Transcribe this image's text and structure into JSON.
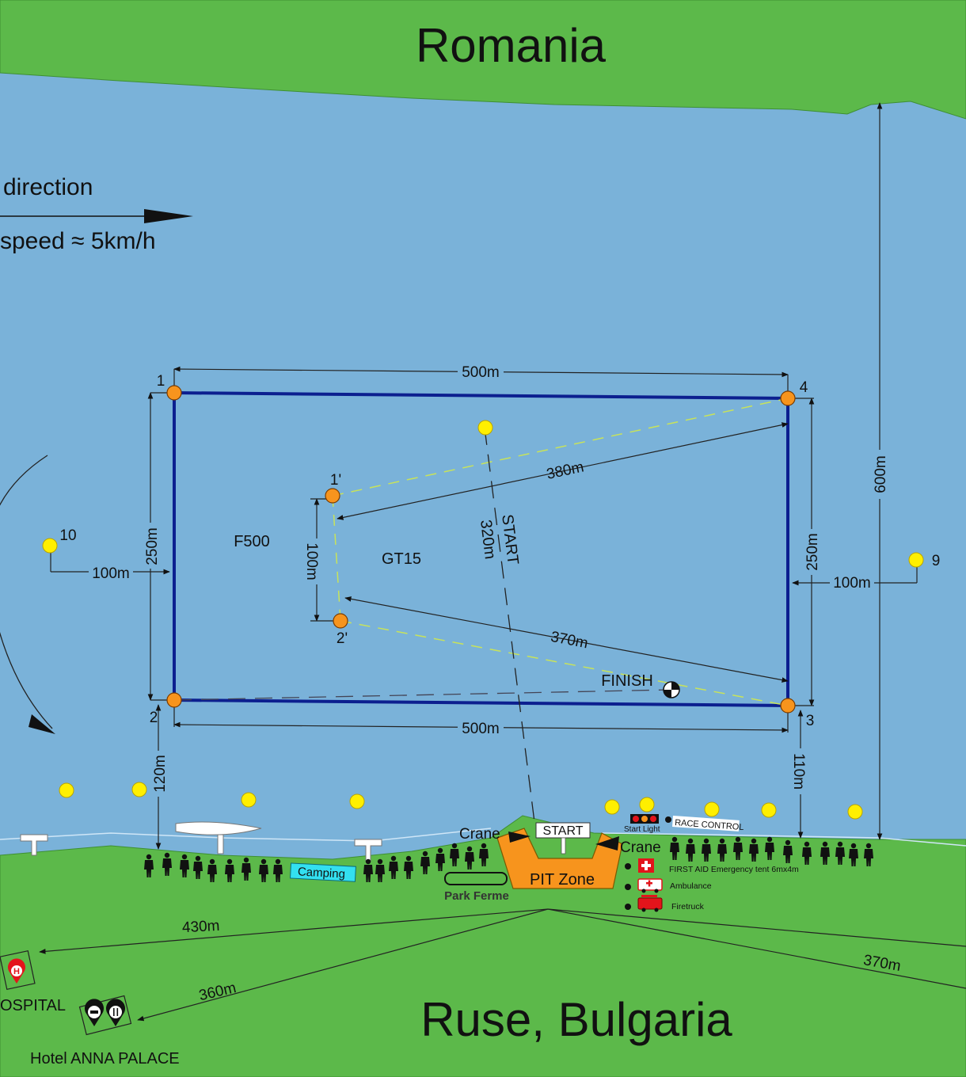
{
  "regions": {
    "north": "Romania",
    "south": "Ruse, Bulgaria"
  },
  "current": {
    "line1": "direction",
    "line2": "speed ≈ 5km/h"
  },
  "buoys": {
    "b1": "1",
    "b2": "2",
    "b3": "3",
    "b4": "4",
    "b1p": "1'",
    "b2p": "2'",
    "b9": "9",
    "b10": "10"
  },
  "classes": {
    "outer": "F500",
    "inner": "GT15"
  },
  "distances": {
    "top": "500m",
    "bottom": "500m",
    "left": "250m",
    "right": "250m",
    "leg380": "380m",
    "leg370": "370m",
    "inner_side": "100m",
    "start_line": "START",
    "start_dist": "320m",
    "to_buoy10": "100m",
    "to_buoy9": "100m",
    "river_width": "600m",
    "shore_left": "120m",
    "shore_right": "110m",
    "to_hospital": "430m",
    "to_hotel": "360m",
    "to_right": "370m"
  },
  "labels": {
    "finish": "FINISH",
    "start_pontoon": "START",
    "crane_left": "Crane",
    "crane_right": "Crane",
    "start_light": "Start Light",
    "race_control": "RACE CONTROL",
    "pit_zone": "PIT Zone",
    "park_ferme": "Park Ferme",
    "camping": "Camping",
    "first_aid": "FIRST AID Emergency tent 6mx4m",
    "ambulance": "Ambulance",
    "firetruck": "Firetruck",
    "hospital": "OSPITAL",
    "hotel": "Hotel ANNA PALACE"
  },
  "colors": {
    "water": "#7ab2d9",
    "land": "#5cb94a",
    "course": "#0c1f8f",
    "buoy_turn": "#f7941d",
    "buoy_marker": "#ffef00",
    "pit": "#f7941d",
    "camping": "#33e0f0"
  }
}
